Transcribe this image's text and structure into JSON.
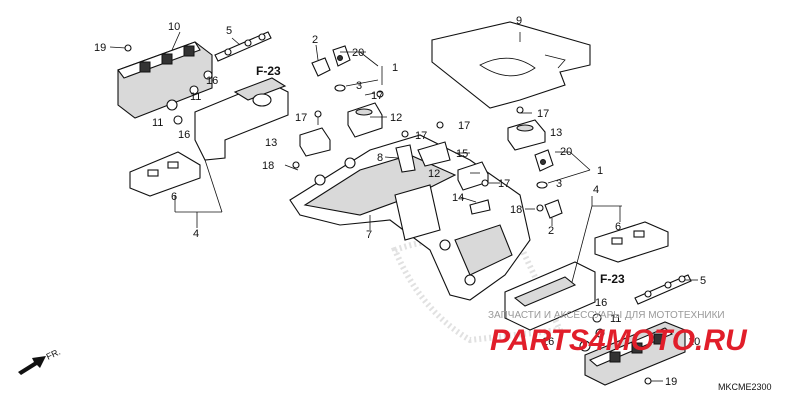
{
  "diagram_code": "MKCME2300",
  "front_indicator": "FR.",
  "cross_refs": {
    "left": "F-23",
    "right": "F-23"
  },
  "watermark": {
    "text": "ЗАПЧАСТИ И АКСЕССУАРЫ ДЛЯ МОТОТЕХНИКИ",
    "logo": "PARTS4MOTO.RU"
  },
  "callouts": {
    "c10a": "10",
    "c5a": "5",
    "c19a": "19",
    "c16a": "16",
    "c11a": "11",
    "c11b": "11",
    "c16b": "16",
    "c6a": "6",
    "c4a": "4",
    "c2a": "2",
    "c20a": "20",
    "c1a": "1",
    "c3a": "3",
    "c17a": "17",
    "c12a": "12",
    "c13a": "13",
    "c18a": "18",
    "c17b": "17",
    "c17c": "17",
    "c8": "8",
    "c9": "9",
    "c17d": "17",
    "c13b": "13",
    "c15": "15",
    "c12b": "12",
    "c17e": "17",
    "c14": "14",
    "c7": "7",
    "c20b": "20",
    "c1b": "1",
    "c3b": "3",
    "c18b": "18",
    "c2b": "2",
    "c4b": "4",
    "c6b": "6",
    "c5b": "5",
    "c16c": "16",
    "c11c": "11",
    "c16d": "16",
    "c10b": "10",
    "c19b": "19"
  }
}
